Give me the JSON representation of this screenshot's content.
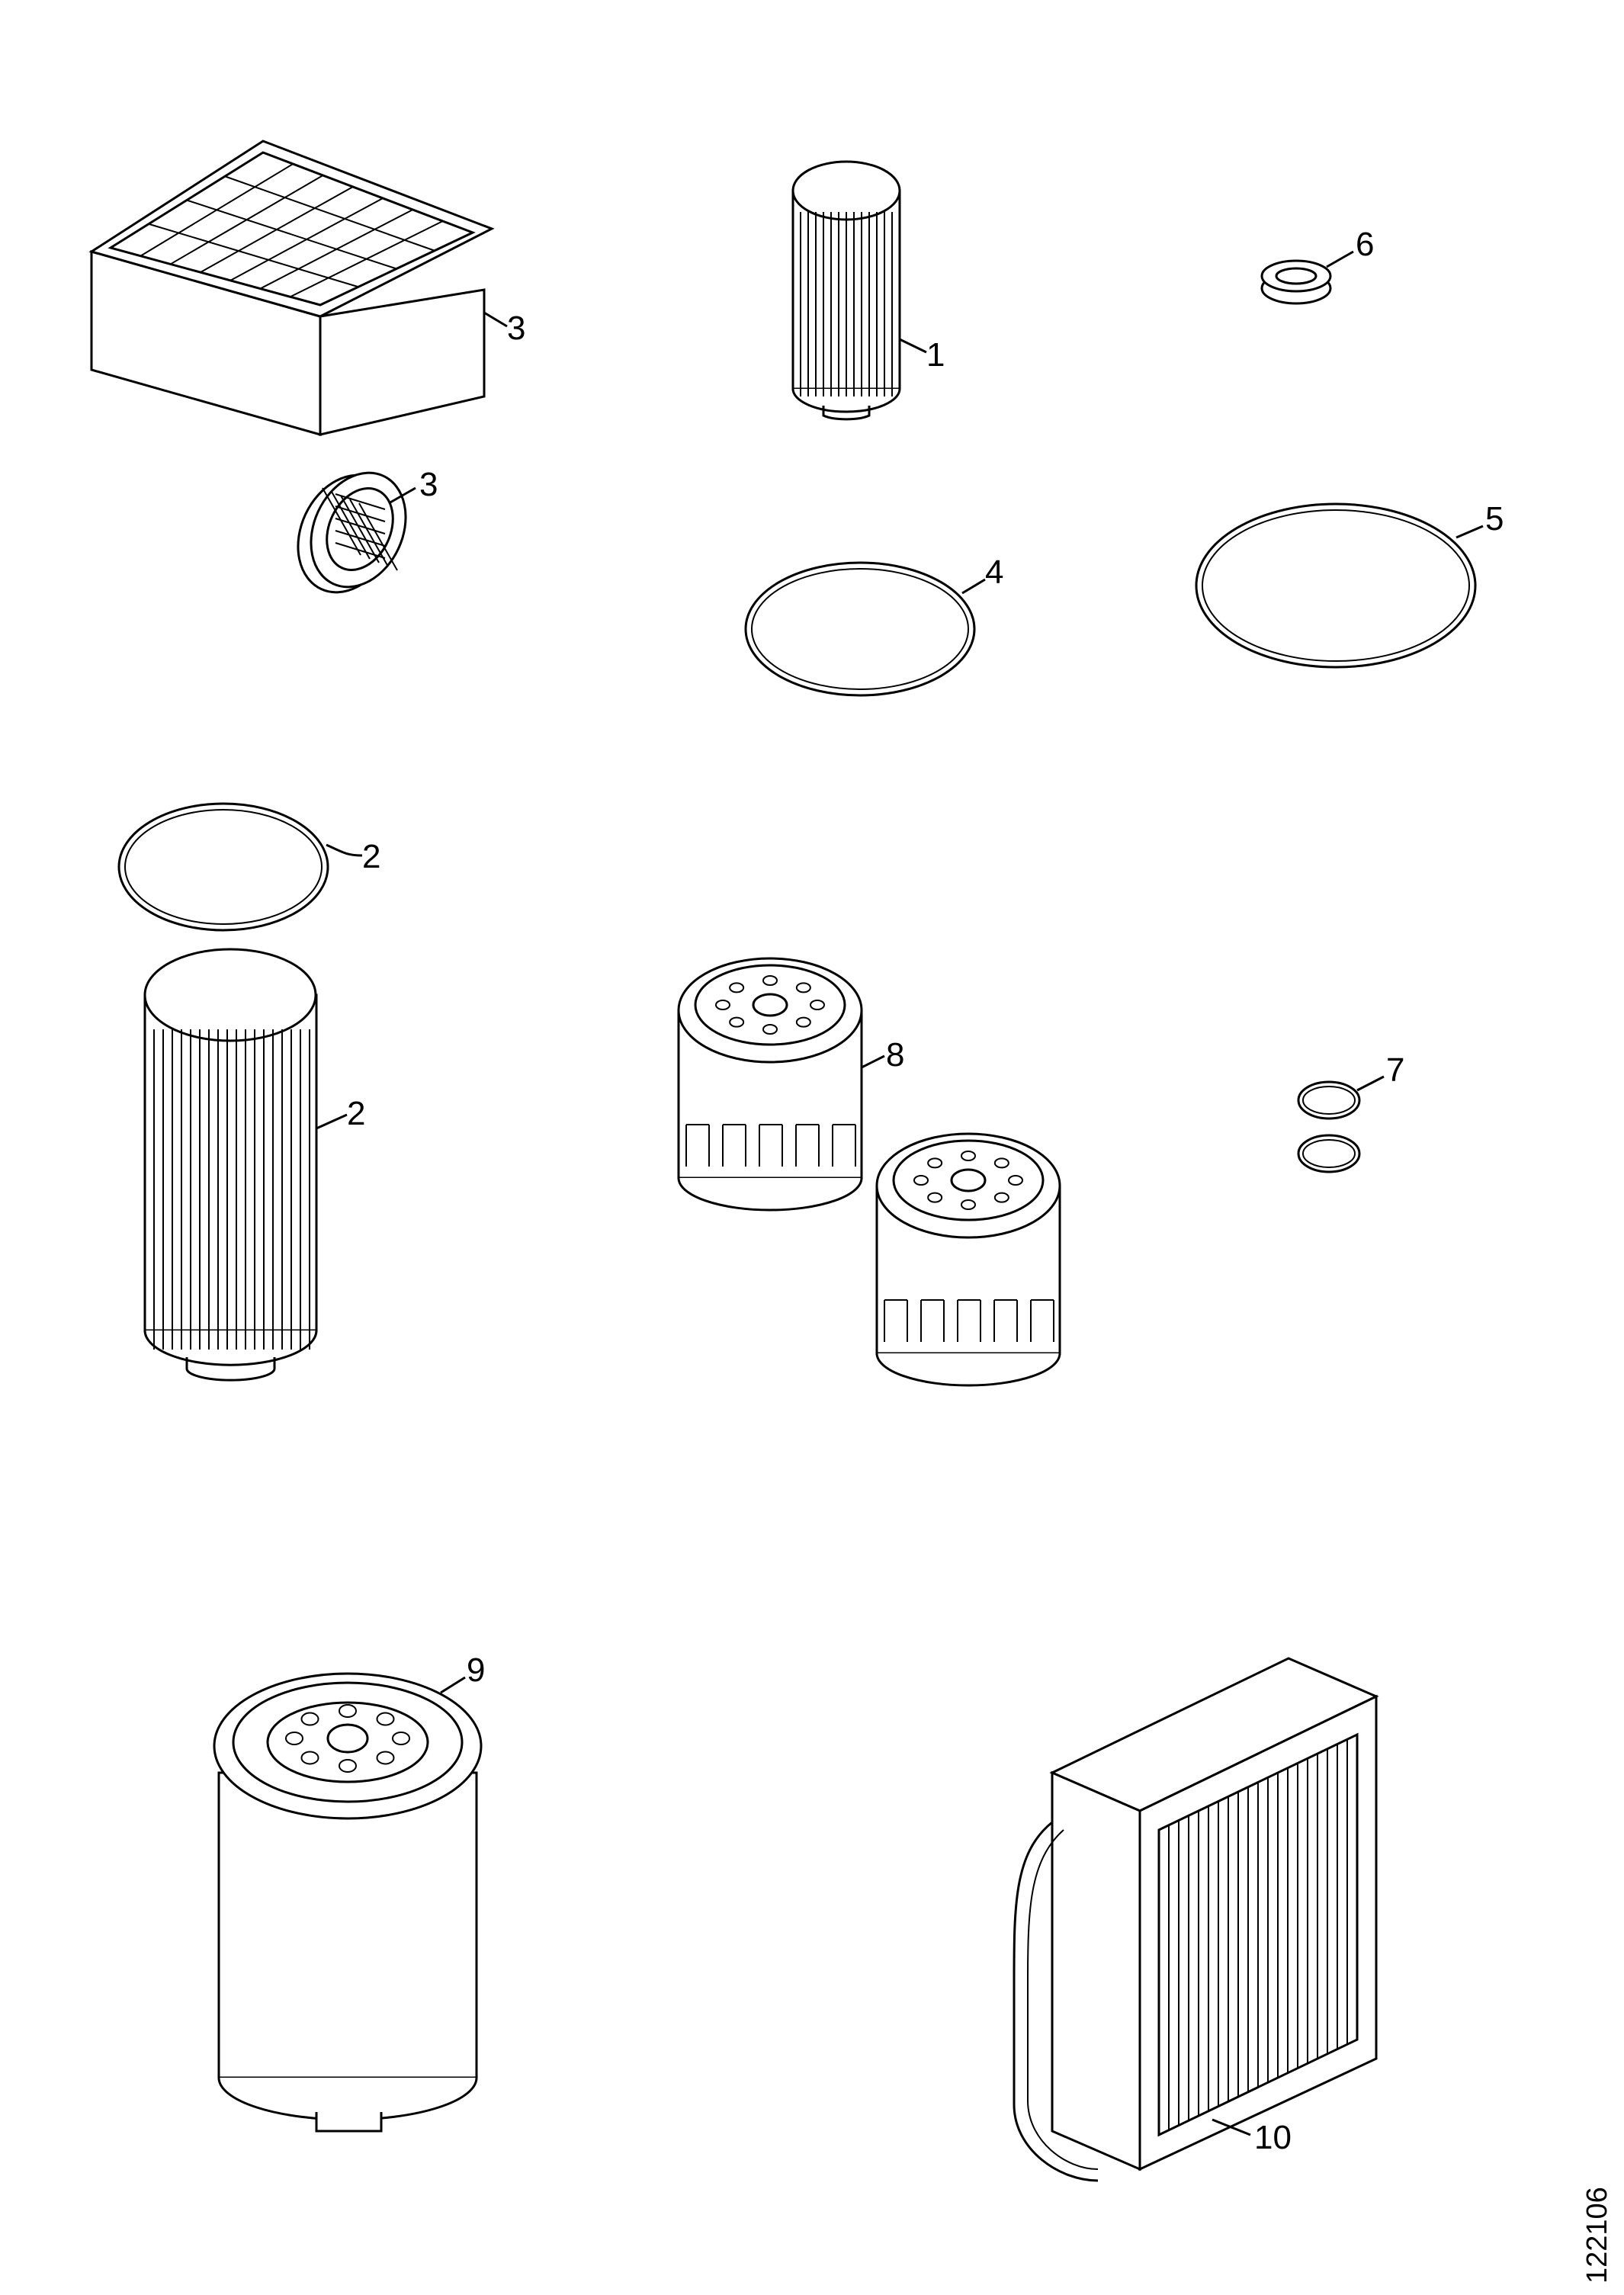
{
  "diagram": {
    "document_number": "122106",
    "callouts": [
      {
        "id": "c1",
        "text": "1"
      },
      {
        "id": "c2a",
        "text": "2"
      },
      {
        "id": "c2b",
        "text": "2"
      },
      {
        "id": "c3a",
        "text": "3"
      },
      {
        "id": "c3b",
        "text": "3"
      },
      {
        "id": "c4",
        "text": "4"
      },
      {
        "id": "c5",
        "text": "5"
      },
      {
        "id": "c6",
        "text": "6"
      },
      {
        "id": "c7",
        "text": "7"
      },
      {
        "id": "c8",
        "text": "8"
      },
      {
        "id": "c9",
        "text": "9"
      },
      {
        "id": "c10",
        "text": "10"
      }
    ]
  }
}
